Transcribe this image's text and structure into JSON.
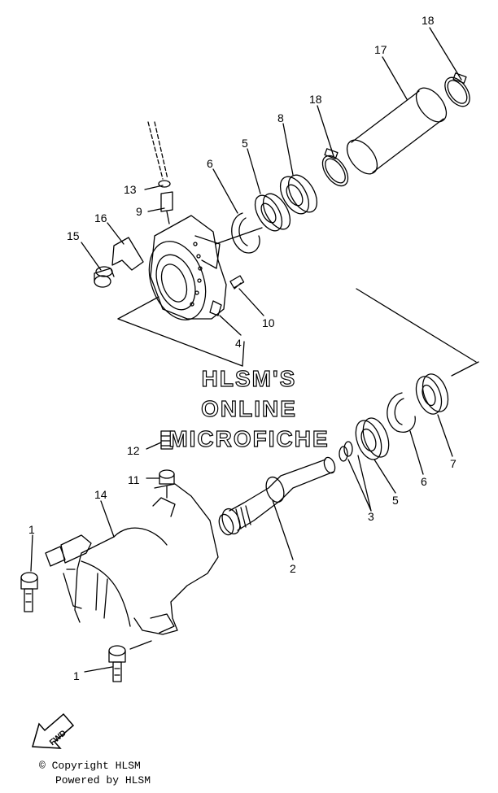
{
  "callouts": {
    "c1a": "1",
    "c1b": "1",
    "c2": "2",
    "c3": "3",
    "c4": "4",
    "c5a": "5",
    "c5b": "5",
    "c6a": "6",
    "c6b": "6",
    "c7": "7",
    "c8": "8",
    "c9": "9",
    "c10": "10",
    "c11": "11",
    "c12": "12",
    "c13": "13",
    "c14": "14",
    "c15": "15",
    "c16": "16",
    "c17": "17",
    "c18a": "18",
    "c18b": "18"
  },
  "watermark": {
    "line1": "HLSM'S",
    "line2": "ONLINE",
    "line3": "MICROFICHE"
  },
  "fwd_label": "FWD",
  "footer": {
    "copyright": "© Copyright HLSM",
    "powered": "Powered by HLSM"
  }
}
